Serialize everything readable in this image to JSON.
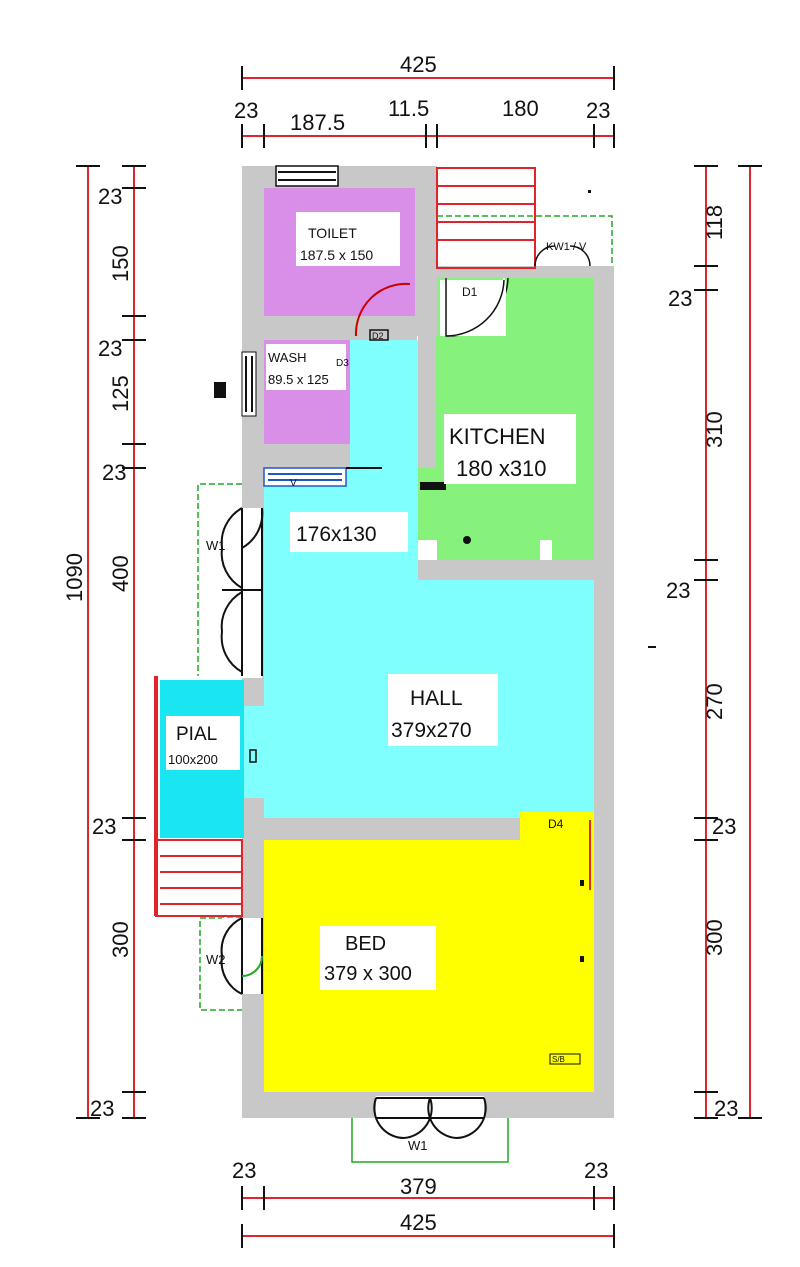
{
  "rooms": {
    "toilet": {
      "name": "TOILET",
      "size": "187.5 x 150"
    },
    "wash": {
      "name": "WASH",
      "size": "89.5 x 125"
    },
    "kitchen": {
      "name": "KITCHEN",
      "size": "180 x310"
    },
    "passage": {
      "size": "176x130"
    },
    "hall": {
      "name": "HALL",
      "size": "379x270"
    },
    "pial": {
      "name": "PIAL",
      "size": "100x200"
    },
    "bed": {
      "name": "BED",
      "size": "379 x 300"
    }
  },
  "labels": {
    "d1": "D1",
    "d2": "D2",
    "d3": "D3",
    "d4": "D4",
    "kw": "KW1 / V",
    "v": "V",
    "w1": "W1",
    "w2": "W2",
    "w_left": "W1",
    "spare": "S/B"
  },
  "dimensions": {
    "top_total": "425",
    "top_parts": [
      "23",
      "187.5",
      "11.5",
      "180",
      "23"
    ],
    "bottom_parts": [
      "23",
      "379",
      "23"
    ],
    "bottom_total": "425",
    "left_total": "1090",
    "left_parts": [
      "23",
      "150",
      "23",
      "125",
      "23",
      "400",
      "23",
      "300",
      "23"
    ],
    "right_parts": [
      "118",
      "23",
      "310",
      "23",
      "270",
      "23",
      "300",
      "23"
    ]
  },
  "colors": {
    "wall": "#c8c8c8",
    "toilet": "#d98ee8",
    "wash": "#d98ee8",
    "kitchen": "#86f27c",
    "hall": "#80ffff",
    "pial": "#19e6f0",
    "bed": "#ffff00",
    "dimension_line": "#e0242c",
    "steps": "#e0242c",
    "sunshade": "#22a822"
  }
}
